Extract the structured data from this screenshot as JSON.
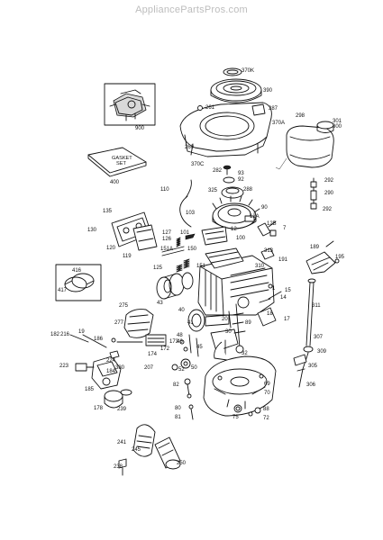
{
  "header": {
    "watermark": "AppliancePartsPros.com"
  },
  "kit": {
    "label_line1": "GASKET",
    "label_line2": "SET"
  },
  "labels": {
    "370K": "370K",
    "390": "390",
    "261": "261",
    "287": "287",
    "370A": "370A",
    "900": "900",
    "260": "260",
    "370C": "370C",
    "298": "298",
    "301": "301",
    "300": "300",
    "292a": "292",
    "290": "290",
    "292b": "292",
    "400": "400",
    "282": "282",
    "93": "93",
    "92": "92",
    "110": "110",
    "325": "325",
    "288": "288",
    "103": "103",
    "90": "90",
    "12A": "12A",
    "12B": "12B",
    "12": "12",
    "7": "7",
    "135": "135",
    "101": "101",
    "100": "100",
    "130": "130",
    "127": "127",
    "126": "126",
    "120": "120",
    "151A": "151A",
    "150": "150",
    "119": "119",
    "125": "125",
    "151": "151",
    "313": "313",
    "310": "310",
    "189": "189",
    "191": "191",
    "195": "195",
    "416": "416",
    "417": "417",
    "15": "15",
    "14": "14",
    "1": "1",
    "275": "275",
    "43": "43",
    "40": "40",
    "311": "311",
    "18": "18",
    "17": "17",
    "277": "277",
    "89": "89",
    "41": "41",
    "20": "20",
    "30": "30",
    "182": "182",
    "216": "216",
    "19": "19",
    "186": "186",
    "173": "173",
    "172": "172",
    "174": "174",
    "307": "307",
    "309": "309",
    "48": "48",
    "46": "46",
    "45": "45",
    "32": "32",
    "223": "223",
    "224": "224",
    "184": "184",
    "380": "380",
    "52": "52",
    "50": "50",
    "305": "305",
    "207": "207",
    "185": "185",
    "69": "69",
    "70": "70",
    "306": "306",
    "82": "82",
    "178": "178",
    "239": "239",
    "80": "80",
    "81": "81",
    "75": "75",
    "88": "88",
    "72": "72",
    "241": "241",
    "245": "245",
    "250": "250",
    "238": "238"
  }
}
